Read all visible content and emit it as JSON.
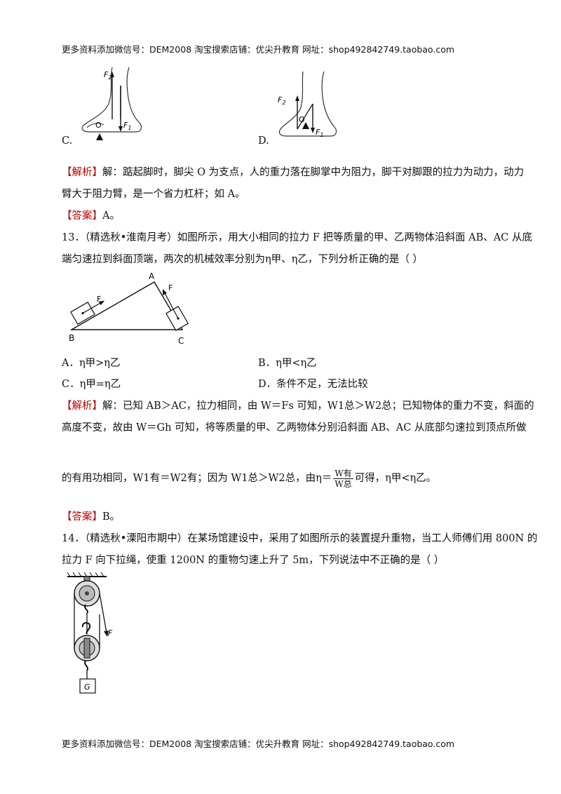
{
  "header": {
    "text": "更多资料添加微信号：DEM2008   淘宝搜索店铺：优尖升教育  网址：shop492842749.taobao.com"
  },
  "footer": {
    "text": "更多资料添加微信号：DEM2008   淘宝搜索店铺：优尖升教育  网址：shop492842749.taobao.com"
  },
  "q12": {
    "fig_c": {
      "label": "C.",
      "f1": "F",
      "f1_sub": "1",
      "f2": "F",
      "f2_sub": "2",
      "o": "O"
    },
    "fig_d": {
      "label": "D.",
      "f1": "F",
      "f1_sub": "1",
      "f2": "F",
      "f2_sub": "2",
      "o": "O"
    },
    "analysis_tag": "【解析】",
    "analysis_l1": "解：踮起脚时，脚尖 O 为支点，人的重力落在脚掌中为阻力，脚干对脚跟的拉力为动力，动力",
    "analysis_l2": "臂大于阻力臂，是一个省力杠杆；如 A。",
    "answer_tag": "【答案】",
    "answer": "A。"
  },
  "q13": {
    "l1": "13．（精选秋•淮南月考）如图所示，用大小相同的拉力 F 把等质量的甲、乙两物体沿斜面 AB、AC 从底",
    "l2": "端匀速拉到斜面顶端，两次的机械效率分别为η甲、η乙，下列分析正确的是（      ）",
    "fig": {
      "a": "A",
      "b": "B",
      "c": "C",
      "f": "F"
    },
    "opt_a": "A．η甲>η乙",
    "opt_b": "B．η甲<η乙",
    "opt_c": "C．η甲=η乙",
    "opt_d": "D．条件不足，无法比较",
    "analysis_tag": "【解析】",
    "analysis_l1": "解：已知 AB＞AC，拉力相同，由 W＝Fs 可知，W1总＞W2总；已知物体的重力不变，斜面的",
    "analysis_l2": "高度不变，故由 W＝Gh 可知，将等质量的甲、乙两物体分别沿斜面 AB、AC 从底部匀速拉到顶点所做",
    "analysis_l3_a": "的有用功相同，W1有＝W2有；因为 W1总＞W2总，由η＝",
    "frac_num": "W有",
    "frac_den": "W总",
    "analysis_l3_b": "可得，η甲<η乙。",
    "answer_tag": "【答案】",
    "answer": "B。"
  },
  "q14": {
    "l1": "14．（精选秋•溧阳市期中）在某场馆建设中，采用了如图所示的装置提升重物，当工人师傅们用 800N 的",
    "l2": "拉力 F 向下拉绳，使重 1200N 的重物匀速上升了 5m，下列说法中不正确的是（      ）",
    "fig": {
      "f": "F",
      "g": "G"
    }
  }
}
